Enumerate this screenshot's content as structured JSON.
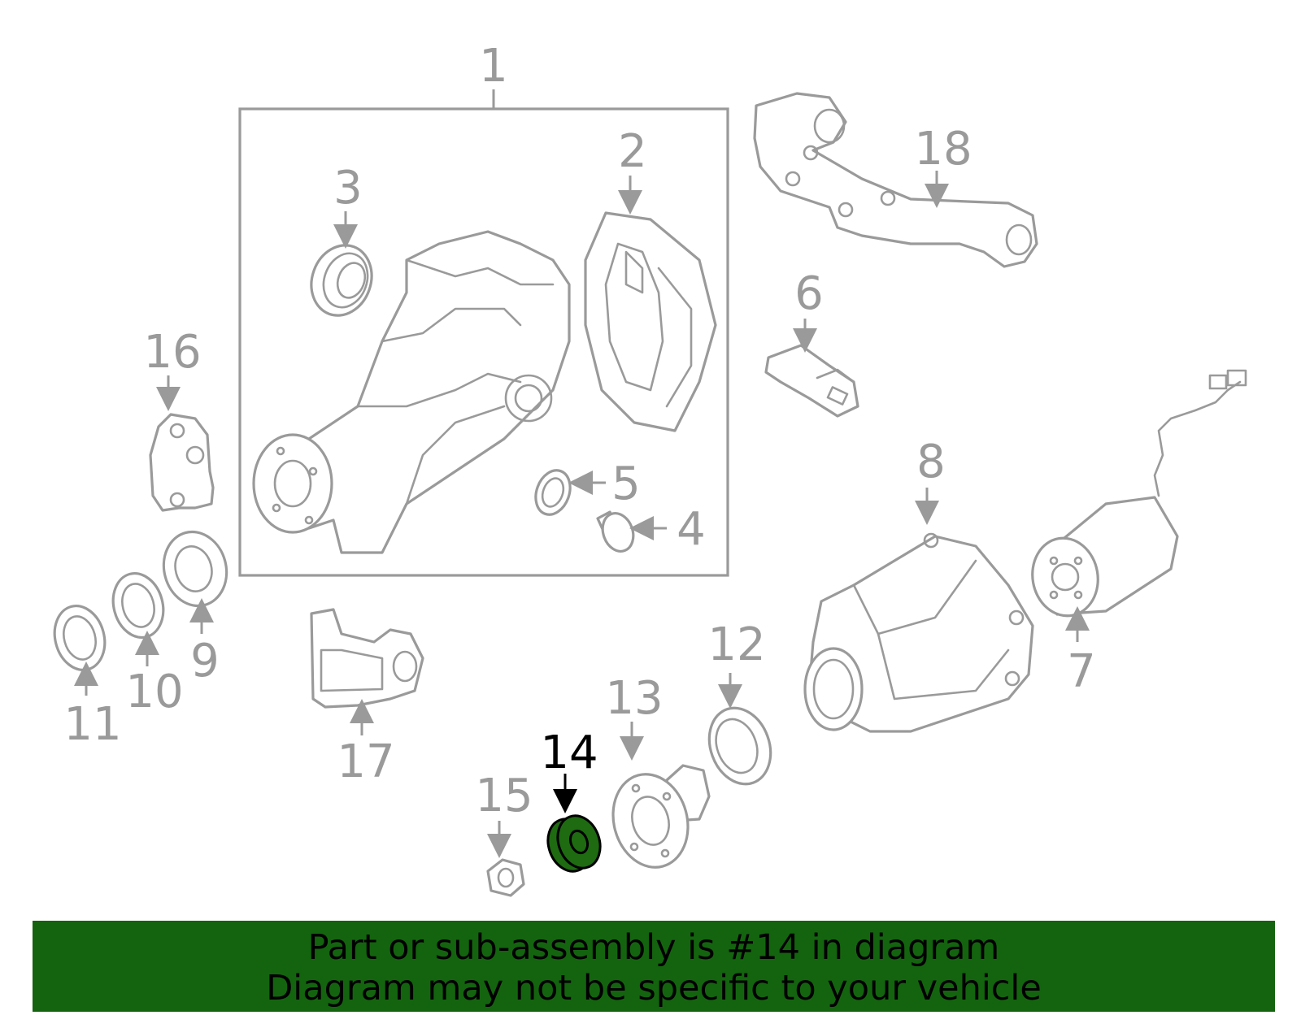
{
  "callouts": {
    "c1": "1",
    "c2": "2",
    "c3": "3",
    "c4": "4",
    "c5": "5",
    "c6": "6",
    "c7": "7",
    "c8": "8",
    "c9": "9",
    "c10": "10",
    "c11": "11",
    "c12": "12",
    "c13": "13",
    "c14": "14",
    "c15": "15",
    "c16": "16",
    "c17": "17",
    "c18": "18"
  },
  "highlight": {
    "part": "14",
    "color": "#1e6b12"
  },
  "banner": {
    "line1": "Part or sub-assembly is #14 in diagram",
    "line2": "Diagram may not be specific to your vehicle",
    "background": "#14640f"
  }
}
